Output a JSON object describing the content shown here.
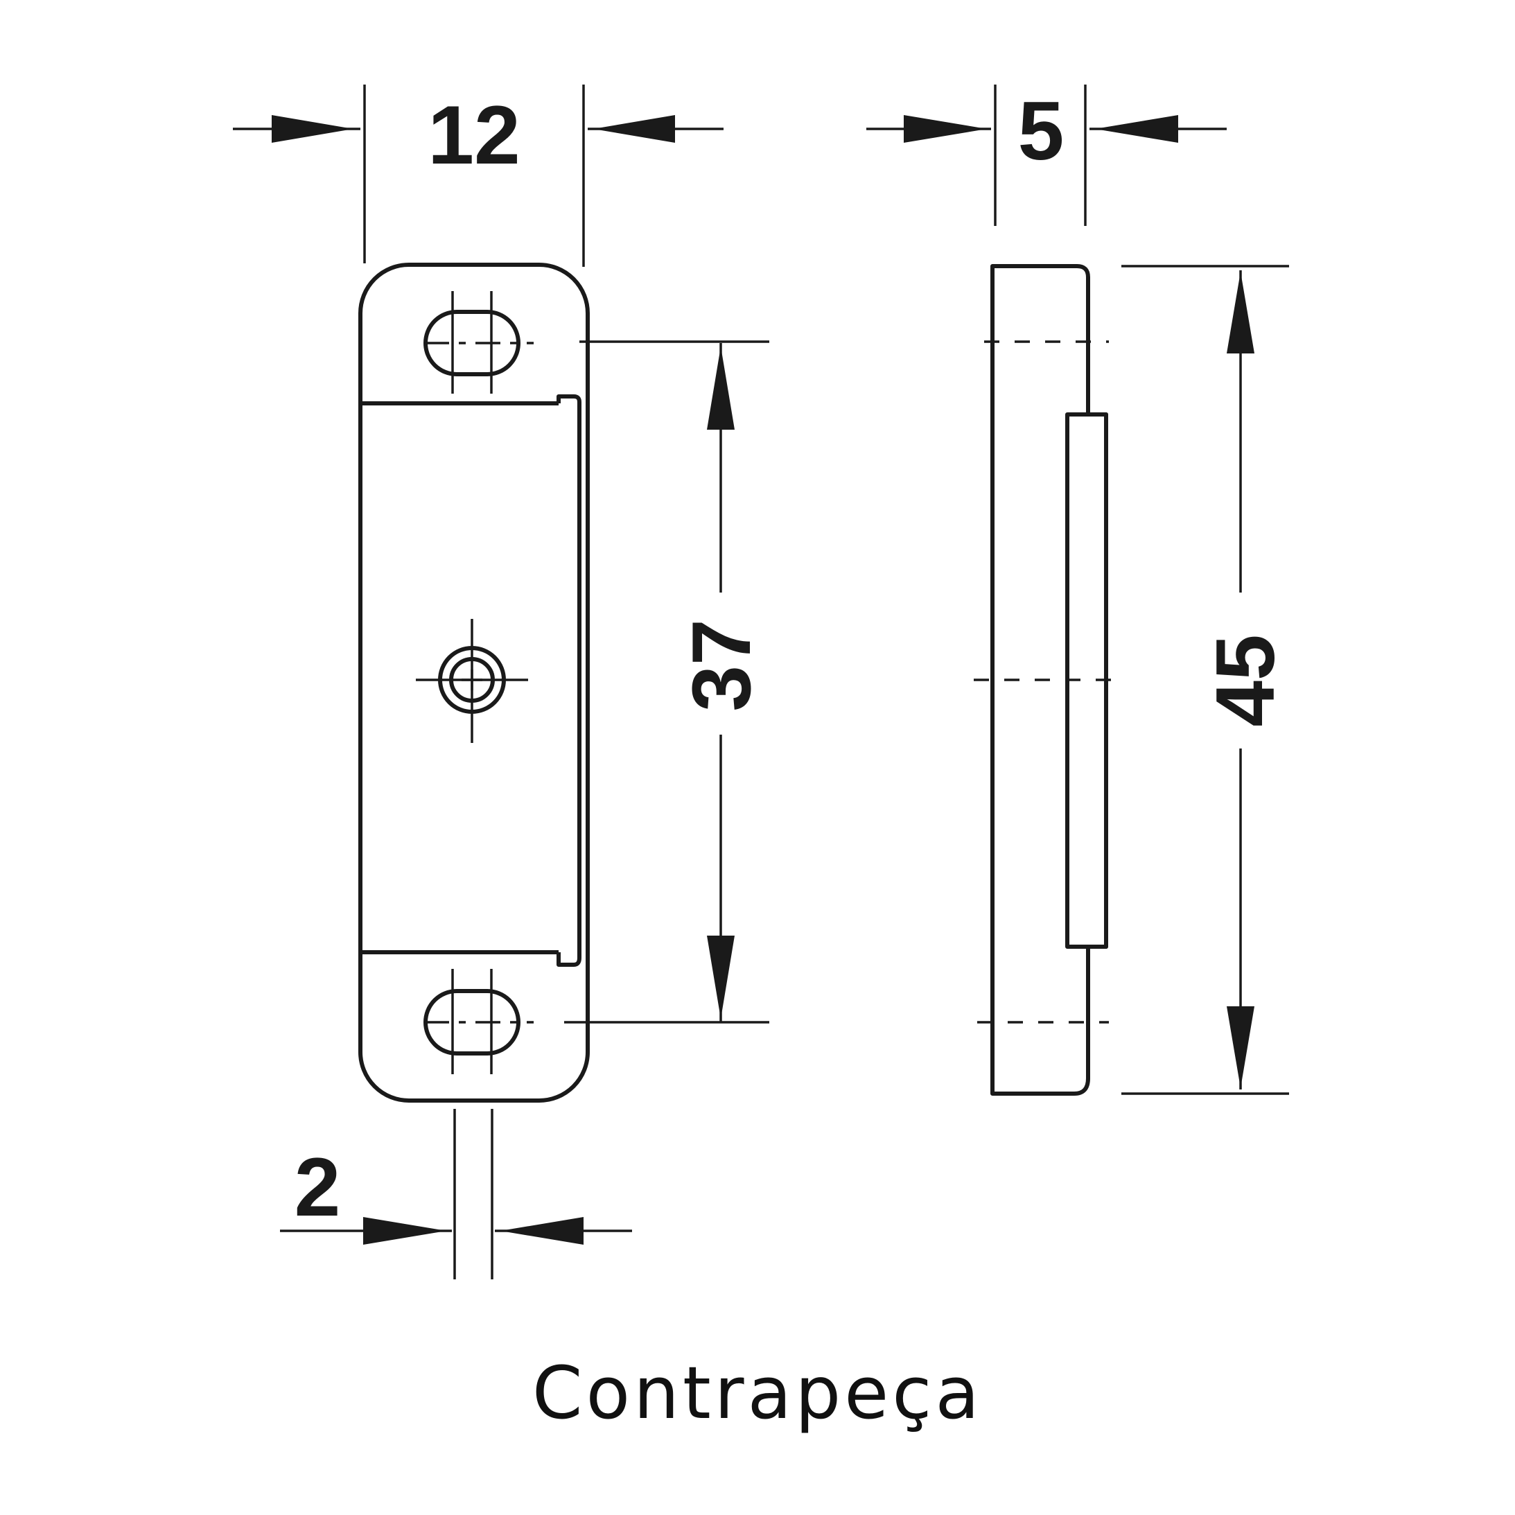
{
  "dimensions": {
    "width_front": "12",
    "width_side": "5",
    "hole_spacing": "37",
    "overall_length": "45",
    "offset": "2"
  },
  "caption": "Contrapeça"
}
